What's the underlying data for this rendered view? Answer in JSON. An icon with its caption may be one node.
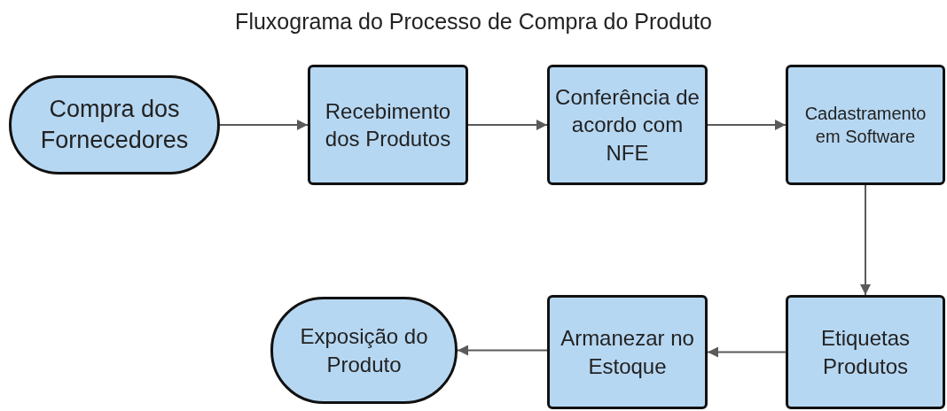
{
  "diagram": {
    "title": "Fluxograma do Processo de Compra do Produto",
    "nodes": [
      {
        "text": [
          "Compra dos Fornecedores"
        ]
      },
      {
        "text": [
          "Recebimento dos Produtos"
        ]
      },
      {
        "text": [
          "Conferência de acordo com NFE"
        ]
      },
      {
        "text": [
          "Cadastramento em Software"
        ]
      },
      {
        "text": [
          "Etiquetas Produtos"
        ]
      },
      {
        "text": [
          "Armanezar no Estoque"
        ]
      },
      {
        "text": [
          "Exposição do Produto"
        ]
      }
    ],
    "edges": [
      {
        "from": 0,
        "to": 1,
        "arrow": "to"
      },
      {
        "from": 1,
        "to": 2,
        "arrow": "to"
      },
      {
        "from": 2,
        "to": 3,
        "arrow": "to"
      },
      {
        "from": 3,
        "to": 4,
        "arrow": "to"
      },
      {
        "from": 4,
        "to": 5,
        "arrow": "to"
      },
      {
        "from": 5,
        "to": 6,
        "arrow": "to"
      }
    ]
  }
}
